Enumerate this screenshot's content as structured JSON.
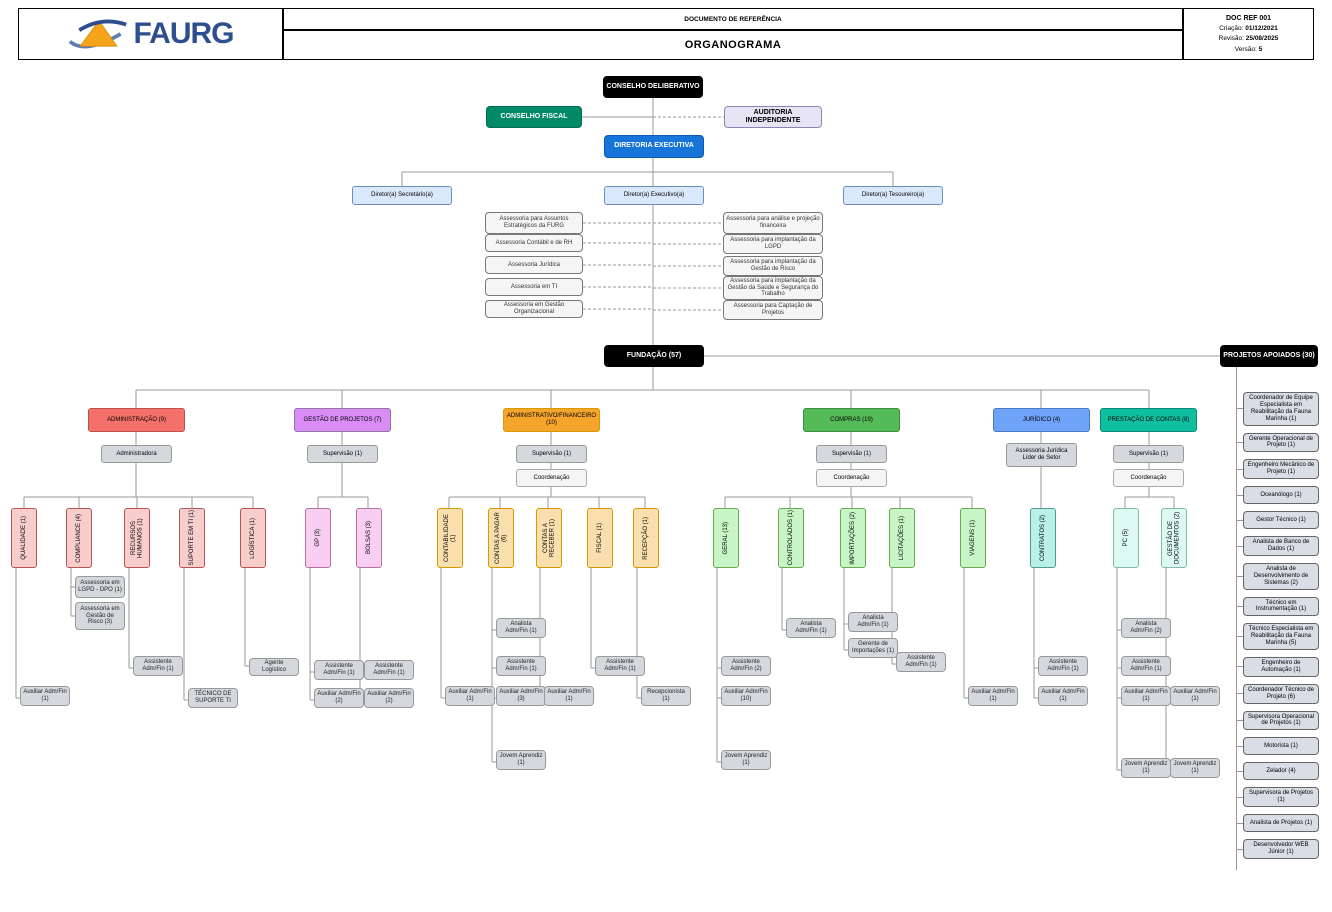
{
  "header": {
    "logo_text": "FAURG",
    "doc_type_label": "DOCUMENTO DE REFERÊNCIA",
    "title": "ORGANOGRAMA",
    "info": {
      "ref": "DOC REF 001",
      "criacao_label": "Criação:",
      "criacao": "01/12/2021",
      "revisao_label": "Revisão:",
      "revisao": "25/08/2025",
      "versao_label": "Versão:",
      "versao": "5"
    }
  },
  "org": {
    "conselho_deliberativo": "CONSELHO DELIBERATIVO",
    "conselho_fiscal": "CONSELHO FISCAL",
    "auditoria": "AUDITORIA INDEPENDENTE",
    "diretoria": "DIRETORIA EXECUTIVA",
    "diretores": [
      "Diretor(a) Secretário(a)",
      "Diretor(a) Executivo(a)",
      "Diretor(a) Tesoureiro(a)"
    ],
    "assessorias_esq": [
      "Assessoria para Assuntos Estratégicos da FURG",
      "Assessoria Contábil e de RH",
      "Assessoria Jurídica",
      "Assessoria em TI",
      "Assessoria em Gestão Organizacional"
    ],
    "assessorias_dir": [
      "Assessoria para análise e projeção financeira",
      "Assessoria para implantação da LGPD",
      "Assessoria para implantação da Gestão de Risco",
      "Assessoria para implantação da Gestão da Saúde e Segurança do Trabalho",
      "Assessoria para Captação de Projetos"
    ],
    "fundacao": "FUNDAÇÃO (57)"
  },
  "departamentos": [
    {
      "label": "ADMINISTRAÇÃO (9)",
      "lideres": [
        "Administradora"
      ],
      "unidades": [
        {
          "label": "QUALIDADE (1)",
          "cargos": [
            "Auxiliar Adm/Fin (1)"
          ]
        },
        {
          "label": "COMPLIANCE (4)",
          "cargos": [
            "Assessoria em LGPD - DPO (1)",
            "Assessoria em Gestão de Risco (3)"
          ]
        },
        {
          "label": "RECURSOS HUMANOS (1)",
          "cargos": [
            "Assistente Adm/Fin (1)"
          ]
        },
        {
          "label": "SUPORTE EM TI (1)",
          "cargos": [
            "TÉCNICO DE SUPORTE TI"
          ]
        },
        {
          "label": "LOGÍSTICA (1)",
          "cargos": [
            "Agente Logístico"
          ]
        }
      ]
    },
    {
      "label": "GESTÃO DE PROJETOS (7)",
      "lideres": [
        "Supervisão (1)"
      ],
      "unidades": [
        {
          "label": "GP (3)",
          "cargos": [
            "Assistente Adm/Fin (1)",
            "Auxiliar Adm/Fin (2)"
          ]
        },
        {
          "label": "BOLSAS (3)",
          "cargos": [
            "Assistente Adm/Fin (1)",
            "Auxiliar Adm/Fin (2)"
          ]
        }
      ]
    },
    {
      "label": "ADMINISTRATIVO/FINANCEIRO (10)",
      "lideres": [
        "Supervisão (1)",
        "Coordenação"
      ],
      "unidades": [
        {
          "label": "CONTABILIDADE (1)",
          "cargos": [
            "Auxiliar Adm/Fin (1)"
          ]
        },
        {
          "label": "CONTAS A PAGAR (6)",
          "cargos": [
            "Analista Adm/Fin (1)",
            "Assistente Adm/Fin (1)",
            "Auxiliar Adm/Fin (3)",
            "Jovem Aprendiz (1)"
          ]
        },
        {
          "label": "CONTAS A RECEBER (1)",
          "cargos": [
            "Auxiliar Adm/Fin (1)"
          ]
        },
        {
          "label": "FISCAL (1)",
          "cargos": [
            "Assistente Adm/Fin (1)"
          ]
        },
        {
          "label": "RECEPÇÃO (1)",
          "cargos": [
            "Recepcionista (1)"
          ]
        }
      ]
    },
    {
      "label": "COMPRAS (19)",
      "lideres": [
        "Supervisão (1)",
        "Coordenação"
      ],
      "unidades": [
        {
          "label": "GERAL (13)",
          "cargos": [
            "Assistente Adm/Fin (2)",
            "Auxiliar Adm/Fin (10)",
            "Jovem Aprendiz (1)"
          ]
        },
        {
          "label": "CONTROLADOS (1)",
          "cargos": [
            "Analista Adm/Fin (1)"
          ]
        },
        {
          "label": "IMPORTAÇÕES (2)",
          "cargos": [
            "Analista Adm/Fin (1)",
            "Gerente de Importações (1)"
          ]
        },
        {
          "label": "LICITAÇÕES (1)",
          "cargos": [
            "Assistente Adm/Fin (1)"
          ]
        },
        {
          "label": "VIAGENS (1)",
          "cargos": [
            "Auxiliar Adm/Fin (1)"
          ]
        }
      ]
    },
    {
      "label": "JURÍDICO (4)",
      "lideres": [
        "Assessoria Jurídica Líder de Setor"
      ],
      "unidades": [
        {
          "label": "CONTRATOS (2)",
          "cargos": [
            "Assistente Adm/Fin (1)",
            "Auxiliar Adm/Fin (1)"
          ]
        }
      ]
    },
    {
      "label": "PRESTAÇÃO DE CONTAS (8)",
      "lideres": [
        "Supervisão (1)",
        "Coordenação"
      ],
      "unidades": [
        {
          "label": "PC (5)",
          "cargos": [
            "Analista Adm/Fin (2)",
            "Assistente Adm/Fin (1)",
            "Auxiliar Adm/Fin (1)",
            "Jovem Aprendiz (1)"
          ]
        },
        {
          "label": "GESTÃO DE DOCUMENTOS (2)",
          "cargos": [
            "Auxiliar Adm/Fin (1)",
            "Jovem Aprendiz (1)"
          ]
        }
      ]
    }
  ],
  "projetos": {
    "label": "PROJETOS APOIADOS (30)",
    "items": [
      "Coordenador de Equipe Especialista em Reabilitação da Fauna Marinha (1)",
      "Gerente Operacional de Projeto (1)",
      "Engenheiro Mecânico de Projeto (1)",
      "Oceanólogo (1)",
      "Gestor Técnico (1)",
      "Analista de Banco de Dados (1)",
      "Analista de Desenvolvimento de Sistemas (2)",
      "Técnico em Instrumentação (1)",
      "Técnico Especialista em Reabilitação da Fauna Marinha (5)",
      "Engenheiro de Automação (1)",
      "Coordenador Técnico de Projeto (6)",
      "Supervisora Operacional de Projetos (1)",
      "Motorista (1)",
      "Zelador (4)",
      "Supervisora de Projetos (1)",
      "Analista de Projetos (1)",
      "Desenvolvedor WEB Júnior (1)"
    ]
  }
}
